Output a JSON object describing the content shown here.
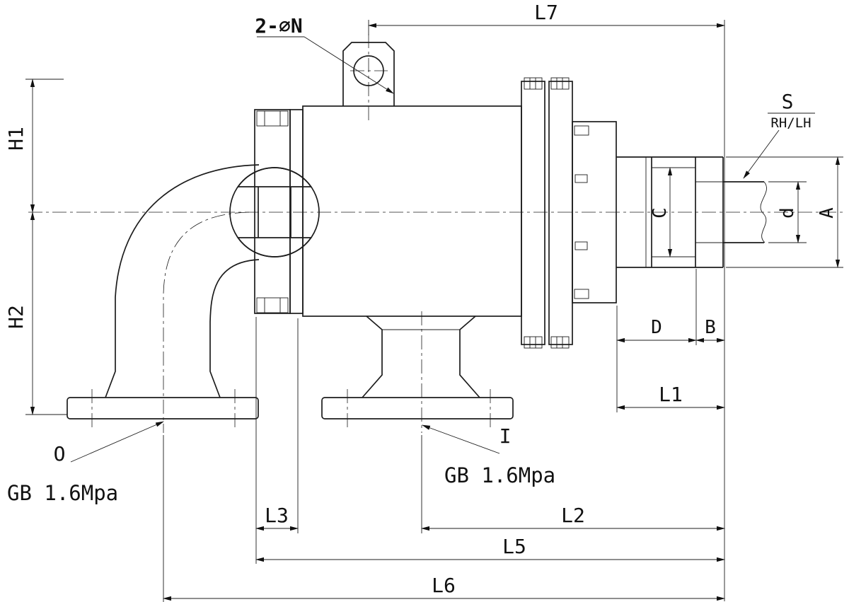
{
  "drawing": {
    "dimensions": {
      "L7": "L7",
      "H1": "H1",
      "H2": "H2",
      "L1": "L1",
      "L2": "L2",
      "L3": "L3",
      "L5": "L5",
      "L6": "L6",
      "A": "A",
      "B": "B",
      "C": "C",
      "D": "D",
      "d": "d"
    },
    "notes": {
      "bolt_holes": "2-∅N",
      "thread": "S",
      "thread_direction": "RH/LH",
      "port_left_label": "O",
      "port_left_spec": "GB 1.6Mpa",
      "port_bottom_label": "I",
      "port_bottom_spec": "GB 1.6Mpa"
    }
  }
}
